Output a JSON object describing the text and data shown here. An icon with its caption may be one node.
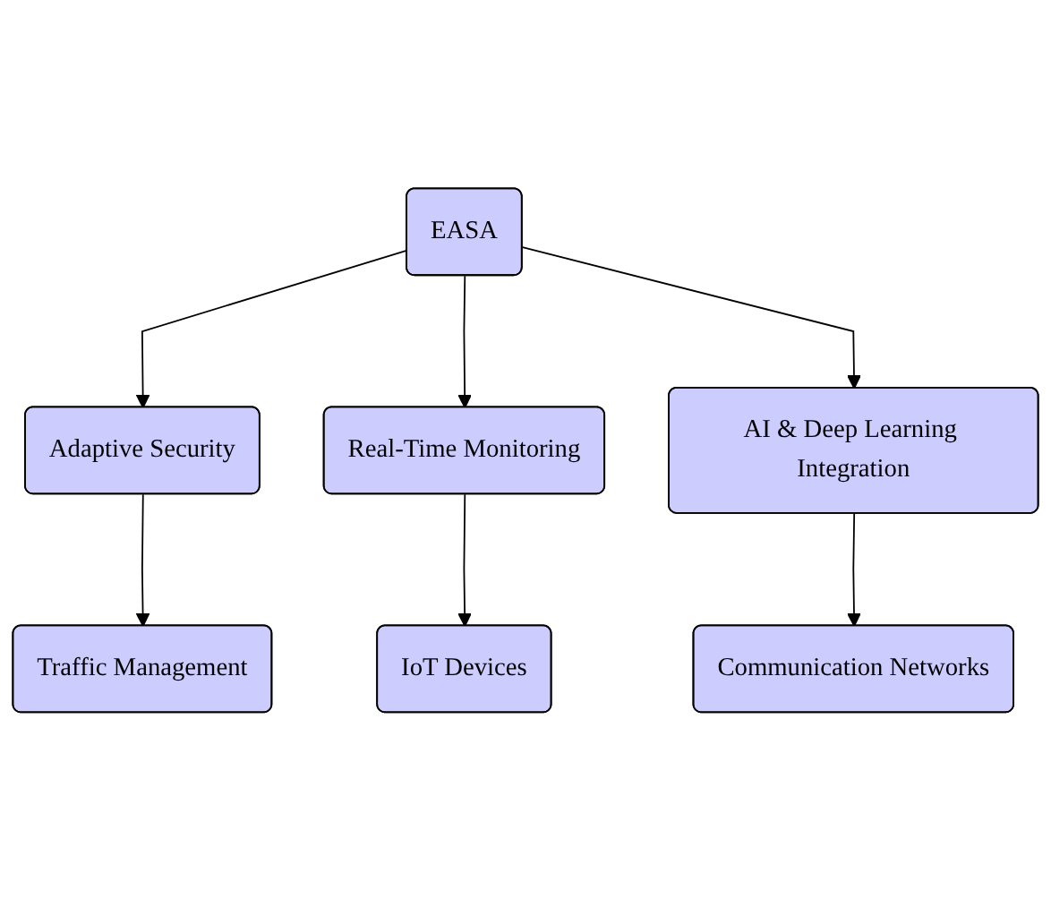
{
  "diagram": {
    "nodes": [
      {
        "text": [
          "EASA"
        ]
      },
      {
        "text": [
          "Adaptive Security"
        ]
      },
      {
        "text": [
          "Real-Time Monitoring"
        ]
      },
      {
        "text": [
          "AI & Deep Learning Integration"
        ]
      },
      {
        "text": [
          "Traffic Management"
        ]
      },
      {
        "text": [
          "IoT Devices"
        ]
      },
      {
        "text": [
          "Communication Networks"
        ]
      }
    ],
    "edges": [
      {
        "from": 0,
        "to": 1,
        "arrow": "to"
      },
      {
        "from": 0,
        "to": 2,
        "arrow": "to"
      },
      {
        "from": 0,
        "to": 3,
        "arrow": "to"
      },
      {
        "from": 1,
        "to": 4,
        "arrow": "to"
      },
      {
        "from": 2,
        "to": 5,
        "arrow": "to"
      },
      {
        "from": 3,
        "to": 6,
        "arrow": "to"
      }
    ]
  }
}
